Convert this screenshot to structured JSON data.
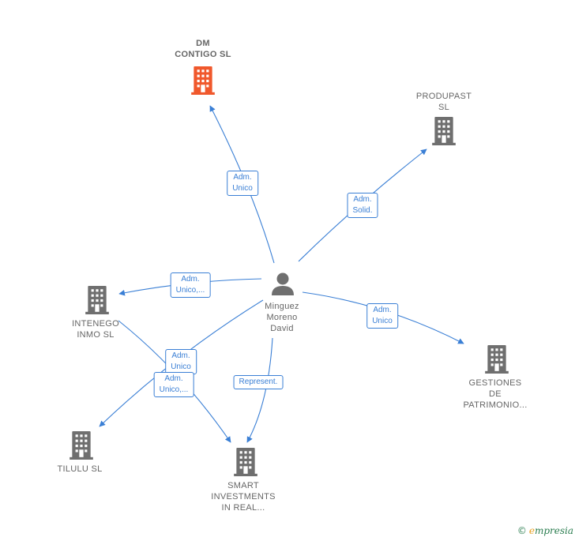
{
  "colors": {
    "edge": "#3a7fd5",
    "building": "#6f6f6f",
    "building_highlight": "#f0582c",
    "person": "#6f6f6f"
  },
  "person": {
    "icon": "person-icon",
    "name_lines": [
      "Minguez",
      "Moreno",
      "David"
    ]
  },
  "companies": [
    {
      "id": "dm_contigo",
      "lines": [
        "DM",
        "CONTIGO SL"
      ],
      "highlight": true,
      "icon": "building-icon"
    },
    {
      "id": "produpast",
      "lines": [
        "PRODUPAST",
        "SL"
      ],
      "highlight": false,
      "icon": "building-icon"
    },
    {
      "id": "intenego",
      "lines": [
        "INTENEGO",
        "INMO SL"
      ],
      "highlight": false,
      "icon": "building-icon"
    },
    {
      "id": "gestiones",
      "lines": [
        "GESTIONES",
        "DE",
        "PATRIMONIO..."
      ],
      "highlight": false,
      "icon": "building-icon"
    },
    {
      "id": "tilulu",
      "lines": [
        "TILULU SL"
      ],
      "highlight": false,
      "icon": "building-icon"
    },
    {
      "id": "smart",
      "lines": [
        "SMART",
        "INVESTMENTS",
        "IN REAL..."
      ],
      "highlight": false,
      "icon": "building-icon"
    }
  ],
  "relations": [
    {
      "id": "r_dm",
      "lines": [
        "Adm.",
        "Unico"
      ]
    },
    {
      "id": "r_produpast",
      "lines": [
        "Adm.",
        "Solid."
      ]
    },
    {
      "id": "r_intenego",
      "lines": [
        "Adm.",
        "Unico,..."
      ]
    },
    {
      "id": "r_gestiones",
      "lines": [
        "Adm.",
        "Unico"
      ]
    },
    {
      "id": "r_tilulu",
      "lines": [
        "Adm.",
        "Unico"
      ]
    },
    {
      "id": "r_smart_a",
      "lines": [
        "Adm.",
        "Unico,..."
      ]
    },
    {
      "id": "r_smart_b",
      "lines": [
        "Represent."
      ]
    }
  ],
  "footer": {
    "copyright": "©",
    "brand_initial": "e",
    "brand_rest": "mpresia"
  }
}
